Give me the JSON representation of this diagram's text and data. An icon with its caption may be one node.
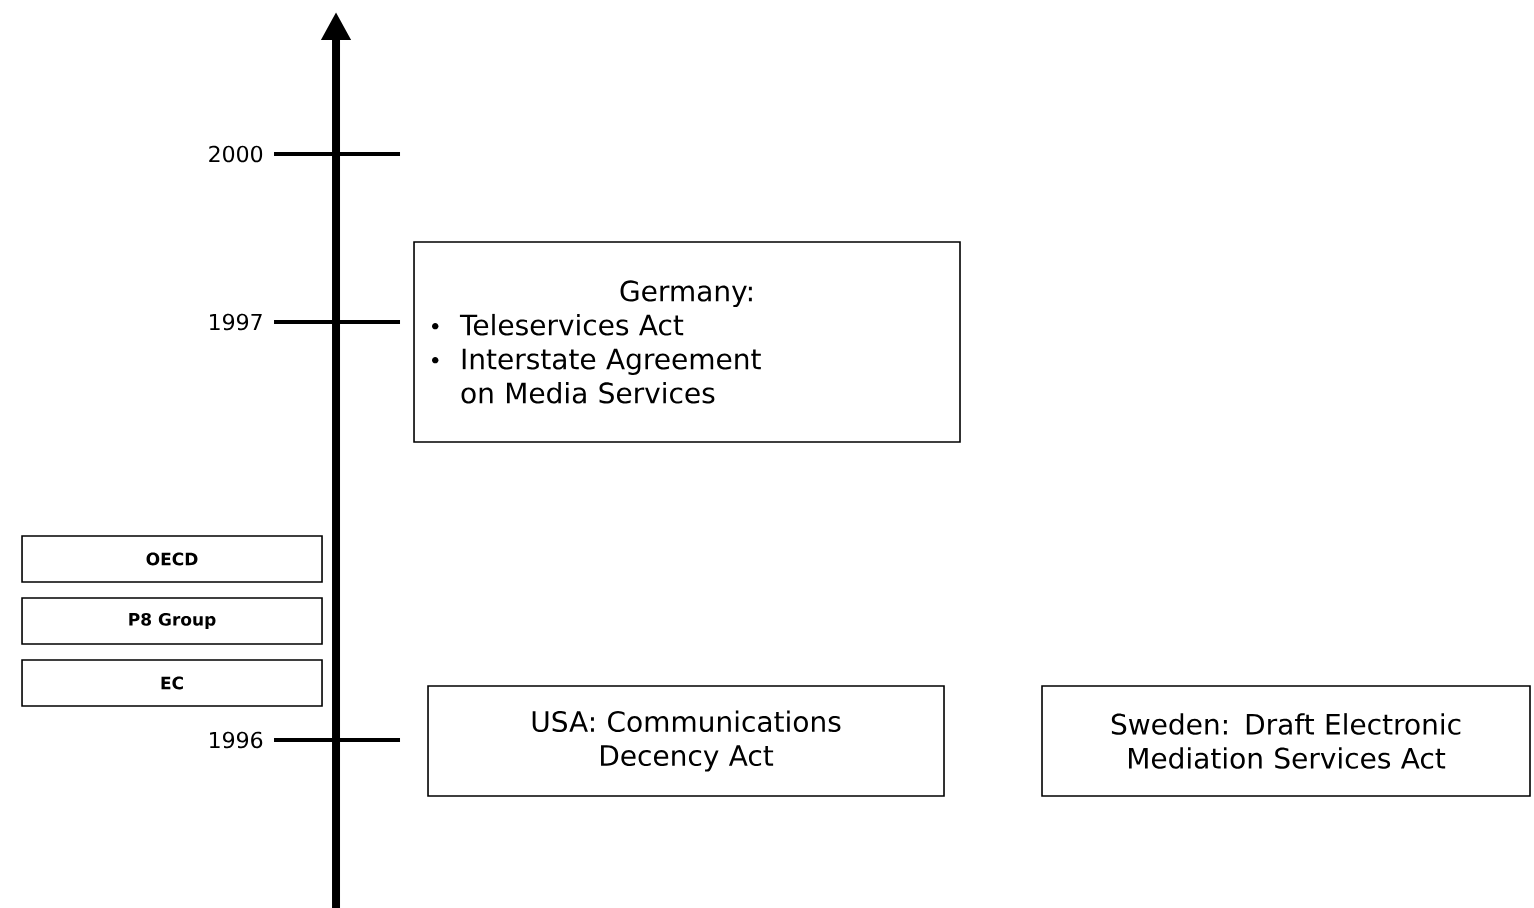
{
  "diagram": {
    "nodes": [
      {
        "text": [
          "Germany:",
          "Teleservices Act",
          "Interstate Agreement on Media Services"
        ]
      },
      {
        "text": [
          "OECD"
        ]
      },
      {
        "text": [
          "P8 Group"
        ]
      },
      {
        "text": [
          "EC"
        ]
      },
      {
        "text": [
          "USA: Communications Decency Act"
        ]
      },
      {
        "text": [
          "Sweden: Draft Electronic Mediation Services Act"
        ]
      }
    ],
    "edges": [],
    "labels": [
      "2000",
      "1997",
      "1996"
    ]
  }
}
